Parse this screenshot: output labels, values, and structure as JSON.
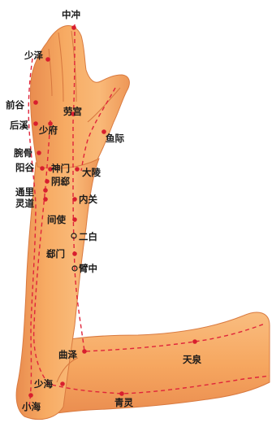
{
  "colors": {
    "skin": "#f6a55c",
    "skin_light": "#fbc589",
    "skin_dark": "#e5854a",
    "meridian": "#e0243a",
    "point": "#d81e2e",
    "label": "#1a1a1a"
  },
  "points": [
    {
      "id": "zhongchong",
      "name": "中冲",
      "type": "dot"
    },
    {
      "id": "shaoze",
      "name": "少泽",
      "type": "dot"
    },
    {
      "id": "qiangu",
      "name": "前谷",
      "type": "dot"
    },
    {
      "id": "laogong",
      "name": "劳宫",
      "type": "dot"
    },
    {
      "id": "houxi",
      "name": "后溪",
      "type": "dot"
    },
    {
      "id": "shaofu",
      "name": "少府",
      "type": "dot"
    },
    {
      "id": "yuji",
      "name": "鱼际",
      "type": "dot"
    },
    {
      "id": "wangu",
      "name": "腕骨",
      "type": "dot"
    },
    {
      "id": "yanggu",
      "name": "阳谷",
      "type": "dot"
    },
    {
      "id": "shenmen",
      "name": "神门",
      "type": "dot"
    },
    {
      "id": "daling",
      "name": "大陵",
      "type": "dot"
    },
    {
      "id": "yinxi",
      "name": "阴郄",
      "type": "dot"
    },
    {
      "id": "tongli",
      "name": "通里",
      "type": "dot"
    },
    {
      "id": "lingdao",
      "name": "灵道",
      "type": "dot"
    },
    {
      "id": "neiguan",
      "name": "内关",
      "type": "dot"
    },
    {
      "id": "jianshi",
      "name": "间使",
      "type": "dot"
    },
    {
      "id": "erbai",
      "name": "二白",
      "type": "circle"
    },
    {
      "id": "ximen",
      "name": "郄门",
      "type": "dot"
    },
    {
      "id": "bizhong",
      "name": "臂中",
      "type": "circle"
    },
    {
      "id": "quze",
      "name": "曲泽",
      "type": "dot"
    },
    {
      "id": "tianquan",
      "name": "天泉",
      "type": "dot"
    },
    {
      "id": "shaohai",
      "name": "少海",
      "type": "dot"
    },
    {
      "id": "qingling",
      "name": "青灵",
      "type": "dot"
    },
    {
      "id": "xiaohai",
      "name": "小海",
      "type": "dot"
    }
  ]
}
